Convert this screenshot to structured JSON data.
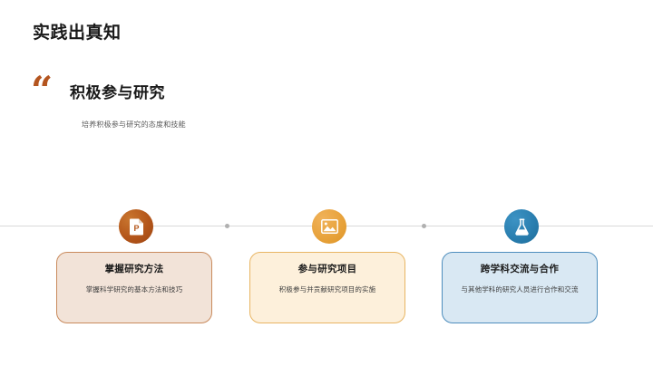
{
  "slide": {
    "title": "实践出真知",
    "quote": {
      "mark": "“",
      "heading": "积极参与研究",
      "subtitle": "培养积极参与研究的态度和技能"
    },
    "timeline": {
      "nodes": [
        {
          "icon": "powerpoint-file-icon",
          "color": "#b4561a"
        },
        {
          "icon": "image-picture-icon",
          "color": "#e8a33c"
        },
        {
          "icon": "flask-beaker-icon",
          "color": "#2a7fb0"
        }
      ],
      "connector_dots": 2,
      "line_color": "#d9d9d9"
    },
    "cards": [
      {
        "title": "掌握研究方法",
        "desc": "掌握科学研究的基本方法和技巧",
        "fill": "#f2e3d8",
        "border": "#c98a5c"
      },
      {
        "title": "参与研究项目",
        "desc": "积极参与并贡献研究项目的实施",
        "fill": "#fdf0db",
        "border": "#e8b563"
      },
      {
        "title": "跨学科交流与合作",
        "desc": "与其他学科的研究人员进行合作和交流",
        "fill": "#d9e8f3",
        "border": "#4e8ebd"
      }
    ]
  }
}
